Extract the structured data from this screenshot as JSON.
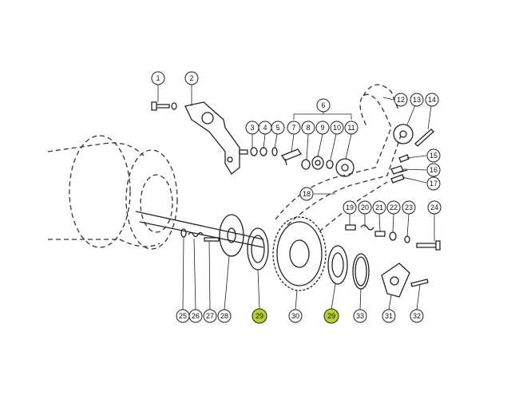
{
  "callouts": [
    {
      "id": "c1",
      "label": "1"
    },
    {
      "id": "c2",
      "label": "2"
    },
    {
      "id": "c3",
      "label": "3"
    },
    {
      "id": "c4",
      "label": "4"
    },
    {
      "id": "c5",
      "label": "5"
    },
    {
      "id": "c6",
      "label": "6"
    },
    {
      "id": "c7",
      "label": "7"
    },
    {
      "id": "c8",
      "label": "8"
    },
    {
      "id": "c9",
      "label": "9"
    },
    {
      "id": "c10",
      "label": "10"
    },
    {
      "id": "c11",
      "label": "11"
    },
    {
      "id": "c12",
      "label": "12"
    },
    {
      "id": "c13",
      "label": "13"
    },
    {
      "id": "c14",
      "label": "14"
    },
    {
      "id": "c15",
      "label": "15"
    },
    {
      "id": "c16",
      "label": "16"
    },
    {
      "id": "c17",
      "label": "17"
    },
    {
      "id": "c18",
      "label": "18"
    },
    {
      "id": "c19",
      "label": "19"
    },
    {
      "id": "c20",
      "label": "20"
    },
    {
      "id": "c21",
      "label": "21"
    },
    {
      "id": "c22",
      "label": "22"
    },
    {
      "id": "c23",
      "label": "23"
    },
    {
      "id": "c24",
      "label": "24"
    },
    {
      "id": "c25",
      "label": "25"
    },
    {
      "id": "c26",
      "label": "26"
    },
    {
      "id": "c27",
      "label": "27"
    },
    {
      "id": "c28",
      "label": "28"
    },
    {
      "id": "c29a",
      "label": "29",
      "highlighted": true
    },
    {
      "id": "c30",
      "label": "30"
    },
    {
      "id": "c29b",
      "label": "29",
      "highlighted": true
    },
    {
      "id": "c33",
      "label": "33"
    },
    {
      "id": "c31",
      "label": "31"
    },
    {
      "id": "c32",
      "label": "32"
    }
  ],
  "colors": {
    "highlight": "#b7d12b",
    "line": "#222222",
    "background": "#ffffff"
  }
}
